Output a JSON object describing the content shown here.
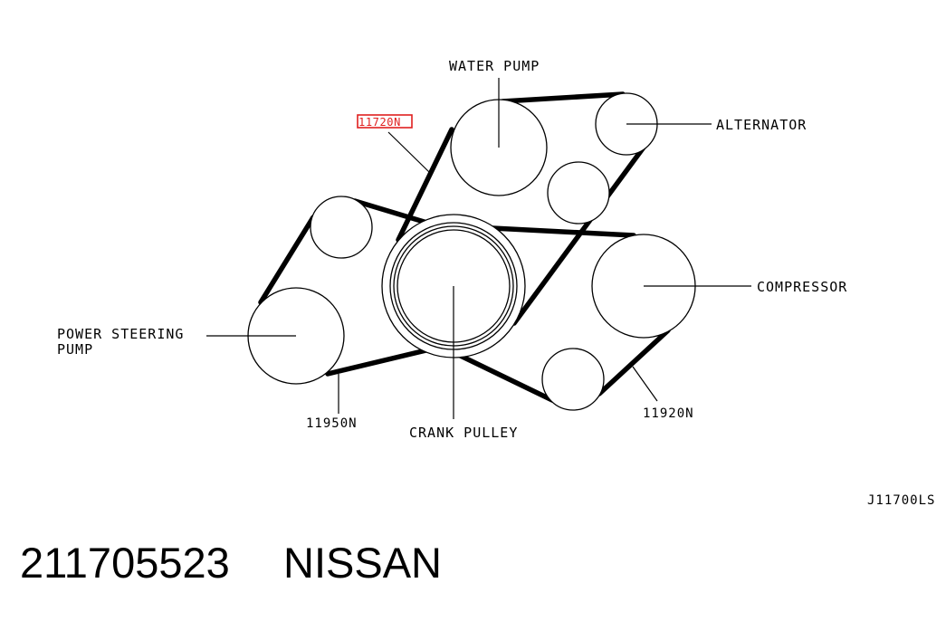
{
  "diagram": {
    "labels": {
      "water_pump": "WATER PUMP",
      "alternator": "ALTERNATOR",
      "compressor": "COMPRESSOR",
      "power_steering_line1": "POWER STEERING",
      "power_steering_line2": "PUMP",
      "crank_pulley": "CRANK PULLEY",
      "belt_11720n": "11720N",
      "belt_11950n": "11950N",
      "belt_11920n": "11920N",
      "figure_code": "J11700LS"
    },
    "highlight_color": "#e0201f",
    "ink_color": "#000000"
  },
  "footer": {
    "part_number": "211705523",
    "brand": "NISSAN"
  }
}
